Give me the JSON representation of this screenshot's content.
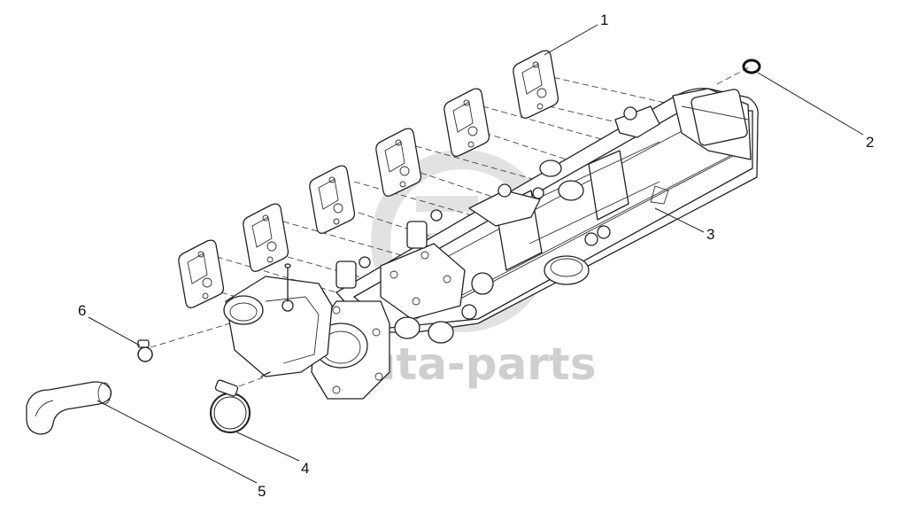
{
  "diagram": {
    "callouts": [
      {
        "id": "1",
        "label": "1"
      },
      {
        "id": "2",
        "label": "2"
      },
      {
        "id": "3",
        "label": "3"
      },
      {
        "id": "4",
        "label": "4"
      },
      {
        "id": "5",
        "label": "5"
      },
      {
        "id": "6",
        "label": "6"
      }
    ],
    "watermark_text": "auta-parts",
    "colors": {
      "line": "#222222",
      "watermark": "#cfcfcf",
      "background": "#ffffff"
    }
  }
}
